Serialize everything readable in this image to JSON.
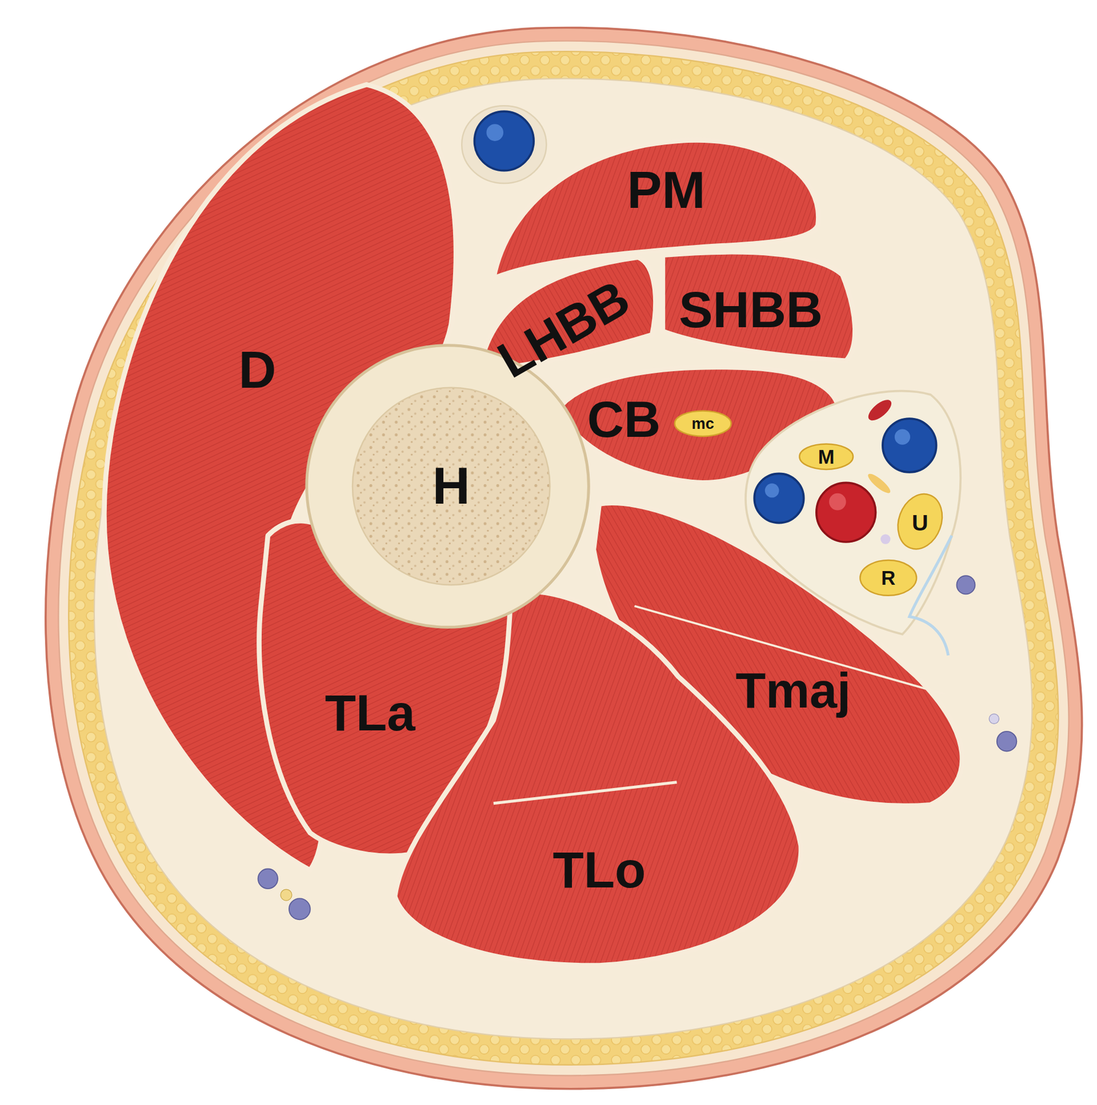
{
  "diagram": {
    "labels": [
      "PM",
      "LHBB",
      "SHBB",
      "D",
      "CB",
      "mc",
      "M",
      "H",
      "U",
      "R",
      "Tmaj",
      "TLa",
      "TLo"
    ]
  }
}
